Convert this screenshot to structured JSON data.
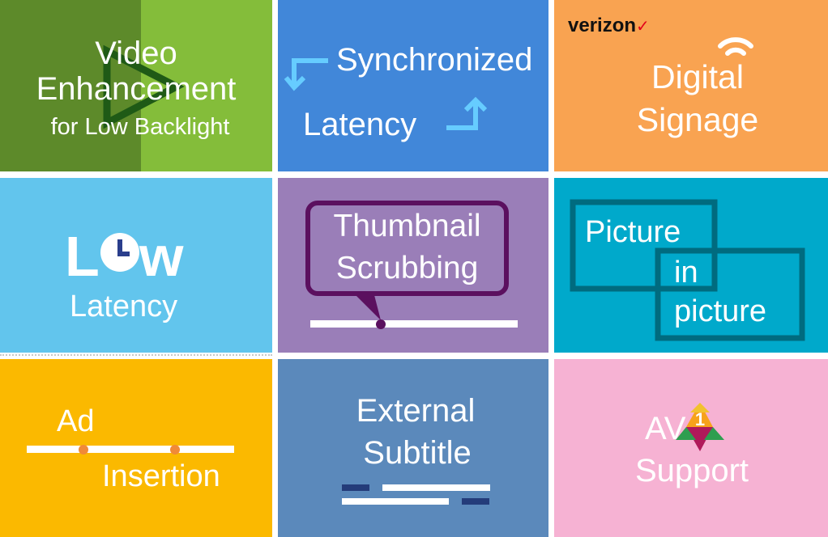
{
  "colors": {
    "video": "#84bd3a",
    "video_dark": "#5d8a2a",
    "sync": "#4187d9",
    "digital": "#f9a351",
    "low": "#62c5ed",
    "thumb": "#9a7eb8",
    "pip": "#00a9cb",
    "ad": "#fbb900",
    "subtitle": "#5b89bb",
    "av1": "#f6b2d3"
  },
  "tiles": {
    "video": {
      "line1": "Video",
      "line2": "Enhancement",
      "line3": "for Low Backlight",
      "icon": "play-triangle-icon"
    },
    "sync": {
      "word1": "Synchronized",
      "word2": "Latency",
      "icon_down": "arrow-down-left-icon",
      "icon_up": "arrow-up-icon"
    },
    "digital": {
      "brand": "verizon",
      "brand_mark": "✓",
      "line1": "Digital",
      "line2": "Signage",
      "icon": "wifi-icon"
    },
    "low": {
      "big_left": "L",
      "big_right": "w",
      "line2": "Latency",
      "icon": "clock-icon"
    },
    "thumb": {
      "line1": "Thumbnail",
      "line2": "Scrubbing",
      "icon": "speech-bubble-icon"
    },
    "pip": {
      "line1": "Picture",
      "line2": "in",
      "line3": "picture"
    },
    "ad": {
      "line1": "Ad",
      "line2": "Insertion",
      "icon": "timeline-markers-icon"
    },
    "subtitle": {
      "line1": "External",
      "line2": "Subtitle",
      "icon": "subtitle-lines-icon"
    },
    "av1": {
      "prefix": "AV",
      "logo_num": "1",
      "line2": "Support",
      "icon": "av1-logo-icon"
    }
  }
}
